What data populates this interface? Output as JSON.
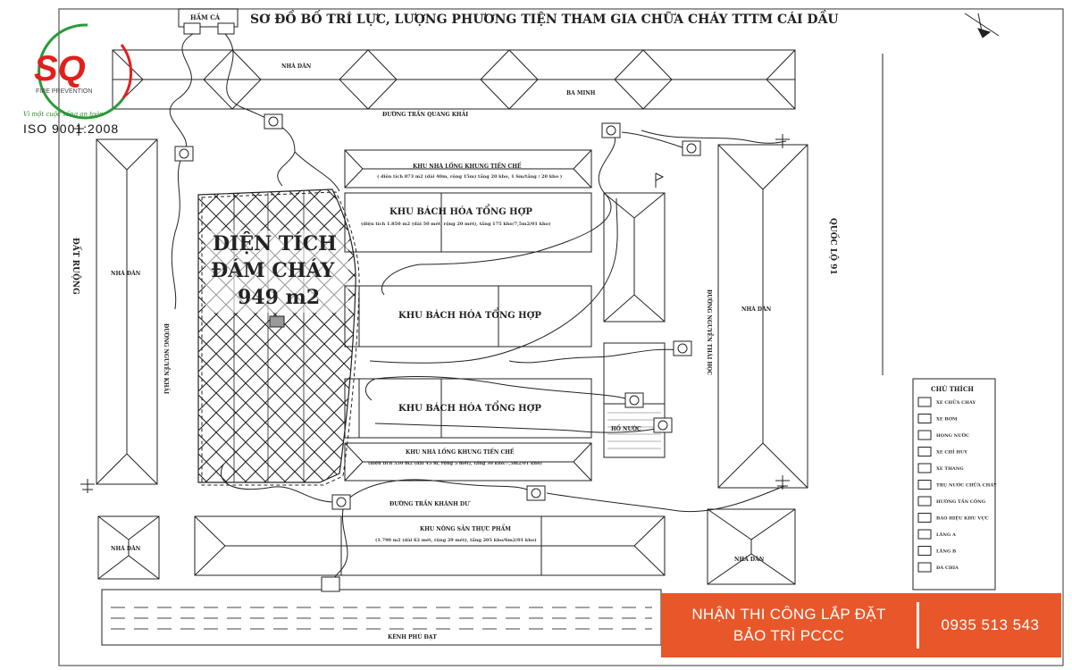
{
  "title": "SƠ ĐỒ BỐ TRÍ LỰC, LƯỢNG PHƯƠNG TIỆN THAM GIA CHỮA CHÁY TTTM CÁI DẦU",
  "logo": {
    "mark": "SQ",
    "sub": "FIRE PREVENTION",
    "slogan": "Vì một cuộc sống an toàn",
    "iso": "ISO 9001:2008",
    "brand_red": "#e0201c",
    "brand_green": "#2a9a3a"
  },
  "labels": {
    "ham_ca": "HẦM CÁ",
    "nha_dan": "NHÀ DÂN",
    "ba_minh": "BA MINH",
    "duong_tqk": "ĐƯỜNG TRẦN QUANG KHẢI",
    "duong_tkd": "ĐƯỜNG TRẦN KHÁNH DƯ",
    "duong_nk": "ĐƯỜNG NGUYỄN KHẢI",
    "duong_nth": "ĐƯỜNG NGUYỄN THÁI HỌC",
    "dat_ruong": "ĐẤT RUỘNG",
    "quoc_lo": "QUỐC LỘ 91",
    "kenh": "KÊNH PHÚ ĐẠT",
    "ho_nuoc": "HỒ NƯỚC",
    "khu_long_top": "KHU NHÀ LỒNG KHUNG TIỀN CHẾ",
    "khu_long_top_sub": "( diện tích 873 m2 (dài 40m, rộng 15m) tầng 20 kho, 1 Sm/tầng / 20 kho )",
    "khu_bhth": "KHU BÁCH HÓA TỔNG HỢP",
    "khu_bhth_sub": "(diện tích 1.850 m2 (dài 50 mét, rộng 20 mét), tầng 175 kho/7,5m2/01 kho)",
    "khu_long_bot": "KHU NHÀ LỒNG KHUNG TIỀN CHẾ",
    "khu_long_bot_sub": "(diện tích 550 m2 (dài 45 m, rộng 5 mét), tầng 30 kho/7,5m2/01 kho)",
    "khu_nstp": "KHU NÔNG SẢN THỰC PHẨM",
    "khu_nstp_sub": "(1.790 m2 (dài 62 mét, rộng 29 mét), tầng 205 kho/6m2/01 kho)",
    "burn_l1": "DIỆN TÍCH",
    "burn_l2": "ĐÁM CHÁY",
    "burn_l3": "949 m2",
    "legend_title": "CHÚ THÍCH",
    "legend_items": [
      "XE CHỮA CHÁY",
      "XE BƠM",
      "HỌNG NƯỚC",
      "XE CHỈ HUY",
      "XE THANG",
      "TRỤ NƯỚC CHỮA CHÁY",
      "HƯỚNG TẤN CÔNG",
      "BÁO HIỆU KHU VỰC",
      "LĂNG A",
      "LĂNG B",
      "ĐÀ CHIA"
    ]
  },
  "banner": {
    "line1": "NHẬN THI CÔNG LẮP ĐẶT",
    "line2": "BẢO TRÌ PCCC",
    "phone": "0935 513 543",
    "color": "#e8572a"
  }
}
